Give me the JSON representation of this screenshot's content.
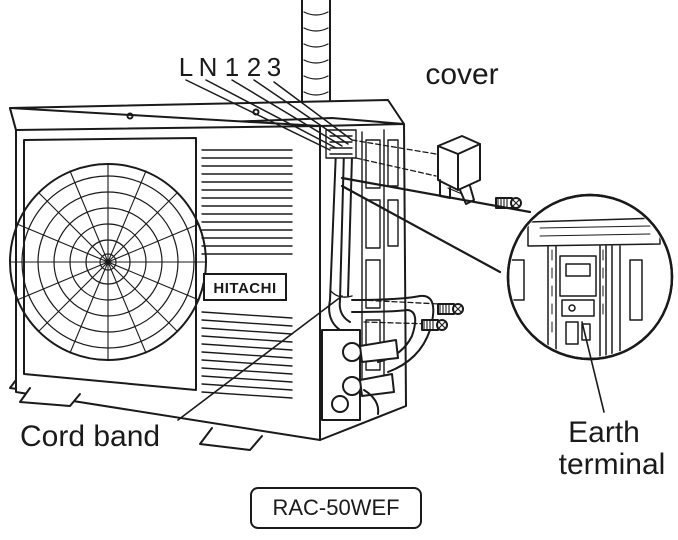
{
  "labels": {
    "terminals": [
      "L",
      "N",
      "1",
      "2",
      "3"
    ],
    "cover": "cover",
    "brand": "HITACHI",
    "cord_band": "Cord band",
    "earth_terminal": [
      "Earth",
      "terminal"
    ],
    "model": "RAC-50WEF"
  },
  "icons": {
    "fan": "fan-grille-icon",
    "screw": "screw-icon",
    "cover_part": "terminal-cover-icon"
  },
  "colors": {
    "line": "#1a1a1a",
    "background": "#ffffff"
  }
}
